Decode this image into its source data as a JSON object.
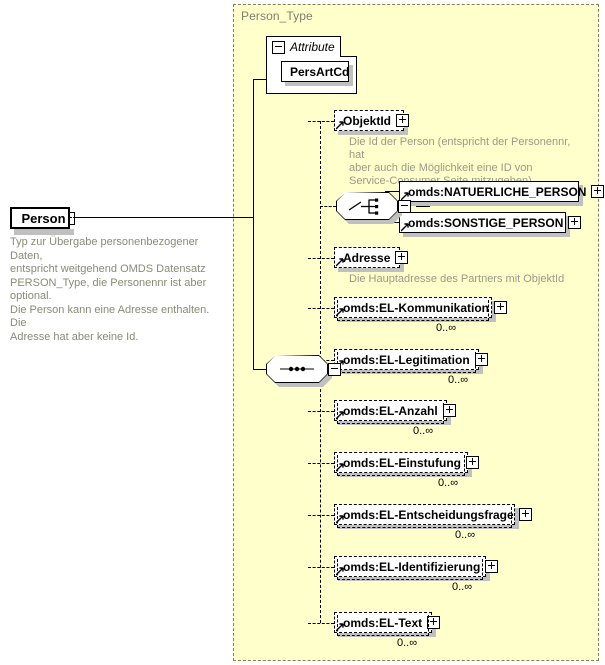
{
  "diagram": {
    "kind": "xsd-schema-diagram",
    "background_color": "#FFFFCC",
    "type_label": "Person_Type",
    "root_element": {
      "name": "Person",
      "toggle": "minus-icon",
      "annotation": "Typ zur Übergabe personenbezogener Daten,\nentspricht weitgehend OMDS Datensatz\nPERSON_Type, die Personennr ist aber optional.\nDie Person kann eine Adresse enthalten. Die\nAdresse hat aber keine Id."
    },
    "attribute_group": {
      "title": "Attribute",
      "toggle": "minus-icon",
      "attributes": [
        {
          "name": "PersArtCd"
        }
      ]
    },
    "compositors": [
      {
        "name": "choice-compositor",
        "symbol": "choice-icon",
        "toggle": "minus-icon"
      },
      {
        "name": "sequence-compositor",
        "symbol": "sequence-icon",
        "toggle": "minus-icon"
      }
    ],
    "children": [
      {
        "label": "ObjektId",
        "style": "optional",
        "toggle": "plus-icon",
        "occurrence": "",
        "description": "Die Id der Person (entspricht der Personennr, hat\naber auch die Möglichkeit eine ID von\nService-Consumer Seite mitzugeben)"
      },
      {
        "label": "omds:NATUERLICHE_PERSON",
        "style": "required",
        "toggle": "plus-icon",
        "occurrence": "",
        "description": ""
      },
      {
        "label": "omds:SONSTIGE_PERSON",
        "style": "required",
        "toggle": "plus-icon",
        "occurrence": "",
        "description": ""
      },
      {
        "label": "Adresse",
        "style": "optional",
        "toggle": "plus-icon",
        "occurrence": "",
        "description": "Die Hauptadresse des Partners mit ObjektId"
      },
      {
        "label": "omds:EL-Kommunikation",
        "style": "repeating",
        "toggle": "plus-icon",
        "occurrence": "0..∞",
        "description": ""
      },
      {
        "label": "omds:EL-Legitimation",
        "style": "repeating",
        "toggle": "plus-icon",
        "occurrence": "0..∞",
        "description": ""
      },
      {
        "label": "omds:EL-Anzahl",
        "style": "repeating",
        "toggle": "plus-icon",
        "occurrence": "0..∞",
        "description": ""
      },
      {
        "label": "omds:EL-Einstufung",
        "style": "repeating",
        "toggle": "plus-icon",
        "occurrence": "0..∞",
        "description": ""
      },
      {
        "label": "omds:EL-Entscheidungsfrage",
        "style": "repeating",
        "toggle": "plus-icon",
        "occurrence": "0..∞",
        "description": ""
      },
      {
        "label": "omds:EL-Identifizierung",
        "style": "repeating",
        "toggle": "plus-icon",
        "occurrence": "0..∞",
        "description": ""
      },
      {
        "label": "omds:EL-Text",
        "style": "repeating",
        "toggle": "plus-icon",
        "occurrence": "0..∞",
        "description": ""
      }
    ]
  }
}
